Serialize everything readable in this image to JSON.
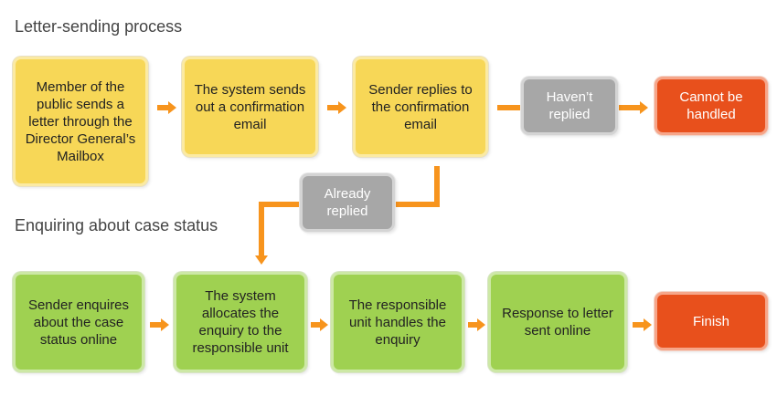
{
  "sections": {
    "letter_sending": "Letter-sending process",
    "enquiry": "Enquiring about case status"
  },
  "letter_flow": {
    "step1": "Member of the public sends a letter  through the Director General’s Mailbox",
    "step2": "The system sends out a confirmation email",
    "step3": "Sender replies to the confirmation email",
    "not_replied": "Haven’t replied",
    "cannot_handle": "Cannot be handled",
    "already_replied": "Already replied"
  },
  "enquiry_flow": {
    "step1": "Sender enquires about the case status online",
    "step2": "The system allocates the enquiry to the responsible unit",
    "step3": "The responsible unit handles the enquiry",
    "step4": "Response to letter sent online",
    "finish": "Finish"
  },
  "colors": {
    "arrow": "#f7941d",
    "yellow_step": "#f7d757",
    "green_step": "#9fd151",
    "gray_decision": "#a7a7a7",
    "red_terminal": "#e8501c"
  }
}
